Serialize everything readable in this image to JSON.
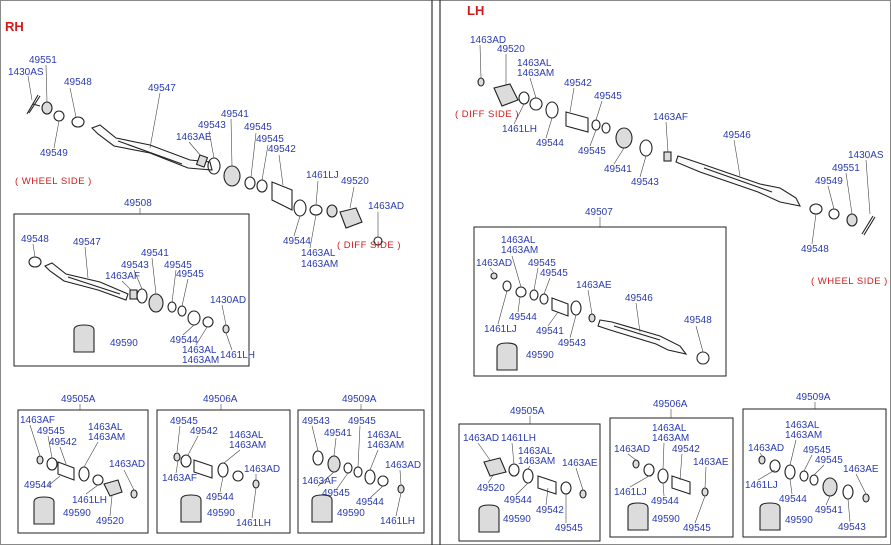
{
  "headers": {
    "rh": "RH",
    "lh": "LH"
  },
  "side_labels": {
    "wheel_side": "( WHEEL SIDE )",
    "diff_side": "( DIFF SIDE )"
  },
  "rh": {
    "main": {
      "c1430as": "1430AS",
      "c49551": "49551",
      "c49549": "49549",
      "c49548": "49548",
      "c49547": "49547",
      "c49541": "49541",
      "c49543": "49543",
      "c1463ae": "1463AE",
      "c49545a": "49545",
      "c49545b": "49545",
      "c49542": "49542",
      "c1461lj": "1461LJ",
      "c49520": "49520",
      "c1463ad": "1463AD",
      "c49544": "49544",
      "c1463al": "1463AL",
      "c1463am": "1463AM"
    },
    "kit49508": {
      "title": "49508",
      "c49548": "49548",
      "c49547": "49547",
      "c49541": "49541",
      "c49543": "49543",
      "c49545a": "49545",
      "c1463af": "1463AF",
      "c49545b": "49545",
      "c1430ad": "1430AD",
      "c49544": "49544",
      "c1463al": "1463AL",
      "c1463am": "1463AM",
      "c1461lh": "1461LH",
      "c49590": "49590"
    },
    "kit49505a": {
      "title": "49505A",
      "c1463af": "1463AF",
      "c49545": "49545",
      "c49542": "49542",
      "c1463al": "1463AL",
      "c1463am": "1463AM",
      "c1463ad": "1463AD",
      "c49544": "49544",
      "c1461lh": "1461LH",
      "c49590": "49590",
      "c49520": "49520"
    },
    "kit49506a": {
      "title": "49506A",
      "c49545": "49545",
      "c49542": "49542",
      "c1463al": "1463AL",
      "c1463am": "1463AM",
      "c1463ad": "1463AD",
      "c1463af": "1463AF",
      "c49544": "49544",
      "c49590": "49590",
      "c1461lh": "1461LH"
    },
    "kit49509a": {
      "title": "49509A",
      "c49543": "49543",
      "c49545a": "49545",
      "c49541": "49541",
      "c1463al": "1463AL",
      "c1463am": "1463AM",
      "c1463ad": "1463AD",
      "c1463af": "1463AF",
      "c49545b": "49545",
      "c49544": "49544",
      "c49590": "49590",
      "c1461lh": "1461LH"
    }
  },
  "lh": {
    "main": {
      "c1463ad": "1463AD",
      "c49520": "49520",
      "c1463al": "1463AL",
      "c1463am": "1463AM",
      "c49542": "49542",
      "c49545a": "49545",
      "c1461lh": "1461LH",
      "c49544": "49544",
      "c49545b": "49545",
      "c1463af": "1463AF",
      "c49546": "49546",
      "c49541": "49541",
      "c49543": "49543",
      "c1430as": "1430AS",
      "c49551": "49551",
      "c49549": "49549",
      "c49548": "49548"
    },
    "kit49507": {
      "title": "49507",
      "c1463al": "1463AL",
      "c1463am": "1463AM",
      "c1463ad": "1463AD",
      "c49545a": "49545",
      "c49545b": "49545",
      "c1463ae": "1463AE",
      "c49546": "49546",
      "c49548": "49548",
      "c49544": "49544",
      "c1461lj": "1461LJ",
      "c49541": "49541",
      "c49543": "49543",
      "c49590": "49590"
    },
    "kit49505a": {
      "title": "49505A",
      "c1463ad": "1463AD",
      "c1461lh": "1461LH",
      "c1463al": "1463AL",
      "c1463am": "1463AM",
      "c1463ae": "1463AE",
      "c49520": "49520",
      "c49544": "49544",
      "c49542": "49542",
      "c49590": "49590",
      "c49545": "49545"
    },
    "kit49506a": {
      "title": "49506A",
      "c1463al": "1463AL",
      "c1463am": "1463AM",
      "c1463ad": "1463AD",
      "c49542": "49542",
      "c1463ae": "1463AE",
      "c1461lj": "1461LJ",
      "c49544": "49544",
      "c49590": "49590",
      "c49545": "49545"
    },
    "kit49509a": {
      "title": "49509A",
      "c1463al": "1463AL",
      "c1463am": "1463AM",
      "c1463ad": "1463AD",
      "c49545a": "49545",
      "c49545b": "49545",
      "c1463ae": "1463AE",
      "c1461lj": "1461LJ",
      "c49544": "49544",
      "c49541": "49541",
      "c49590": "49590",
      "c49543": "49543"
    }
  }
}
